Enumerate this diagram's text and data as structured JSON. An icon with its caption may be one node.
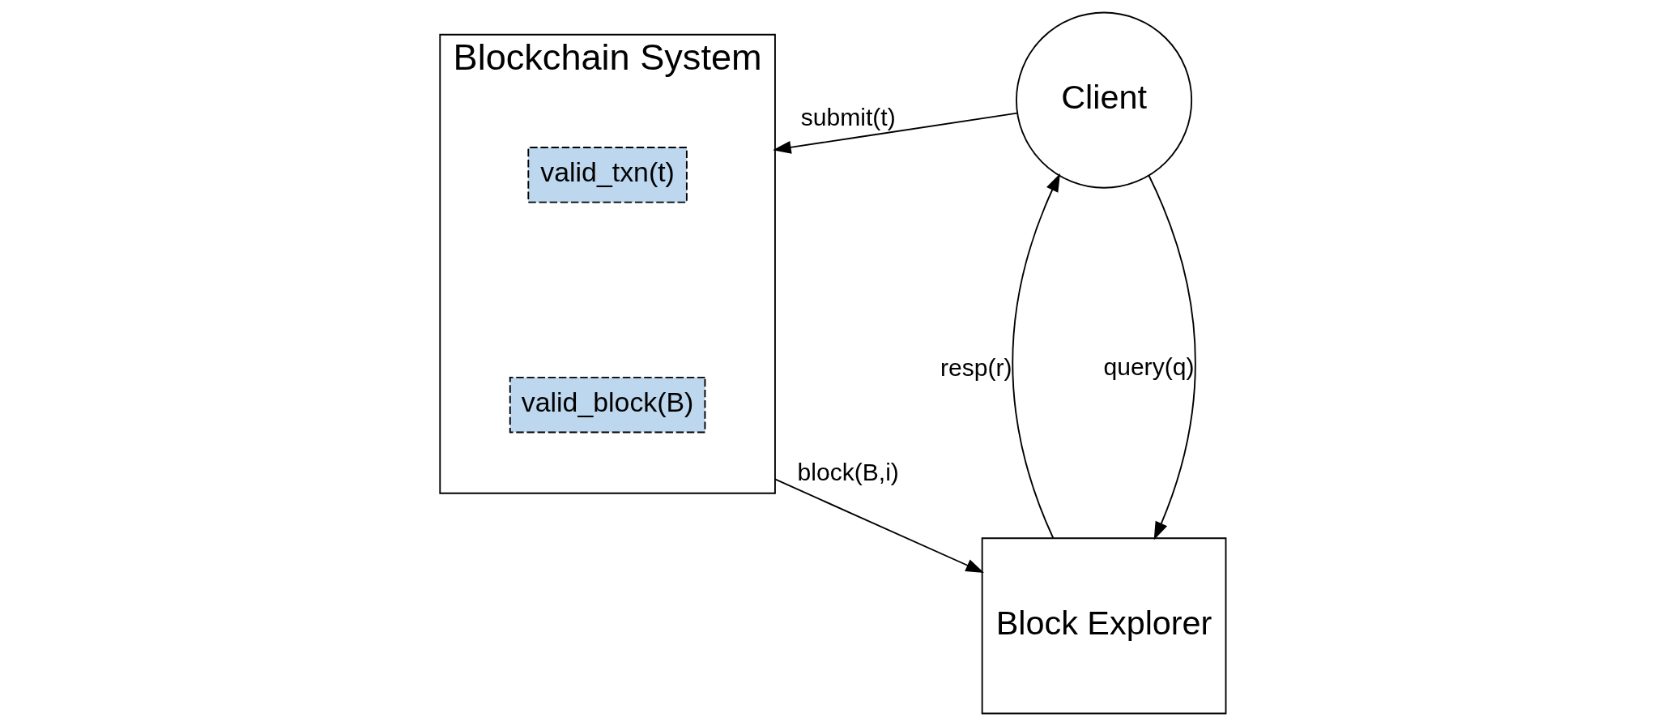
{
  "diagram": {
    "nodes": [
      {
        "text": [
          "Client"
        ]
      },
      {
        "text": [
          "Blockchain System"
        ]
      },
      {
        "text": [
          "valid_txn(t)"
        ],
        "in": 1
      },
      {
        "text": [
          "Block Explorer"
        ]
      },
      {
        "text": [
          "valid_block(B)"
        ],
        "in": 1
      }
    ],
    "edges": [
      {
        "from": 0,
        "to": 1,
        "arrow": "to",
        "label": "submit(t)"
      },
      {
        "from": 0,
        "to": 3,
        "arrow": "to",
        "label": "query(q)"
      },
      {
        "from": 3,
        "to": 0,
        "arrow": "to",
        "label": "resp(r)"
      },
      {
        "from": 1,
        "to": 3,
        "arrow": "to",
        "label": "block(B,i)"
      }
    ]
  }
}
